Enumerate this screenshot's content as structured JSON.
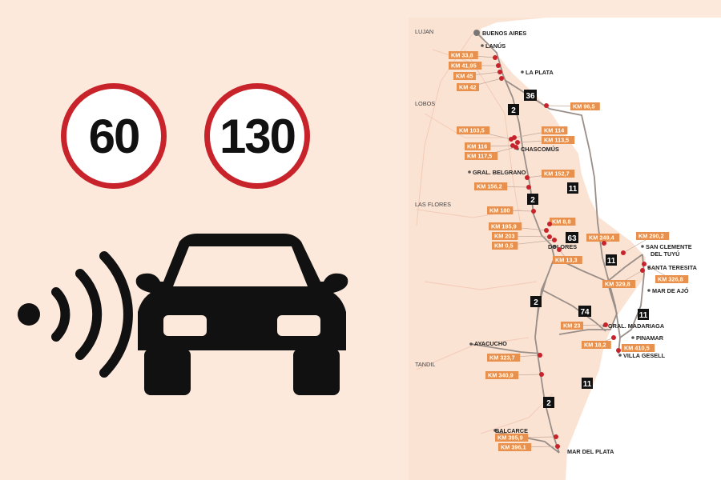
{
  "speed_limits": [
    "60",
    "130"
  ],
  "icons": [
    "radar-waves-icon",
    "car-icon"
  ],
  "colors": {
    "background": "#fde9dc",
    "sign_ring": "#c8232a",
    "label_bg": "#e8914e",
    "camera_dot": "#c8232a",
    "water": "#ffffff"
  },
  "map": {
    "cities": [
      {
        "id": "buenos-aires",
        "name": "BUENOS AIRES"
      },
      {
        "id": "lanus",
        "name": "LANÚS"
      },
      {
        "id": "la-plata",
        "name": "LA PLATA"
      },
      {
        "id": "chascomus",
        "name": "CHASCOMÚS"
      },
      {
        "id": "gral-belgrano",
        "name": "GRAL. BELGRANO"
      },
      {
        "id": "dolores",
        "name": "DOLORES"
      },
      {
        "id": "san-clemente",
        "name": "SAN CLEMENTE DEL TUYÚ"
      },
      {
        "id": "santa-teresita",
        "name": "SANTA TERESITA"
      },
      {
        "id": "mar-de-ajo",
        "name": "MAR DE AJÓ"
      },
      {
        "id": "gral-madariaga",
        "name": "GRAL. MADARIAGA"
      },
      {
        "id": "pinamar",
        "name": "PINAMAR"
      },
      {
        "id": "villa-gesell",
        "name": "VILLA GESELL"
      },
      {
        "id": "ayacucho",
        "name": "AYACUCHO"
      },
      {
        "id": "balcarce",
        "name": "BALCARCE"
      },
      {
        "id": "mar-del-plata",
        "name": "MAR DEL PLATA"
      }
    ],
    "regions": [
      "LUJAN",
      "LOBOS",
      "LAS FLORES",
      "TANDIL"
    ],
    "routes": [
      "2",
      "36",
      "11",
      "2",
      "63",
      "11",
      "2",
      "74",
      "11",
      "11",
      "2"
    ],
    "km_labels": [
      "KM 33,8",
      "KM 41,95",
      "KM 45",
      "KM 42",
      "KM 96,5",
      "KM 103,5",
      "KM 114",
      "KM 113,5",
      "KM 116",
      "KM 117,5",
      "KM 152,7",
      "KM 156,2",
      "KM 180",
      "KM 8,8",
      "KM 195,9",
      "KM 203",
      "KM 0,5",
      "KM 249,4",
      "KM 290,2",
      "KM 13,3",
      "KM 329,8",
      "KM 326,8",
      "KM 23",
      "KM 18,2",
      "KM 410,5",
      "KM 323,7",
      "KM 340,9",
      "KM 395,9",
      "KM 396,1"
    ]
  }
}
